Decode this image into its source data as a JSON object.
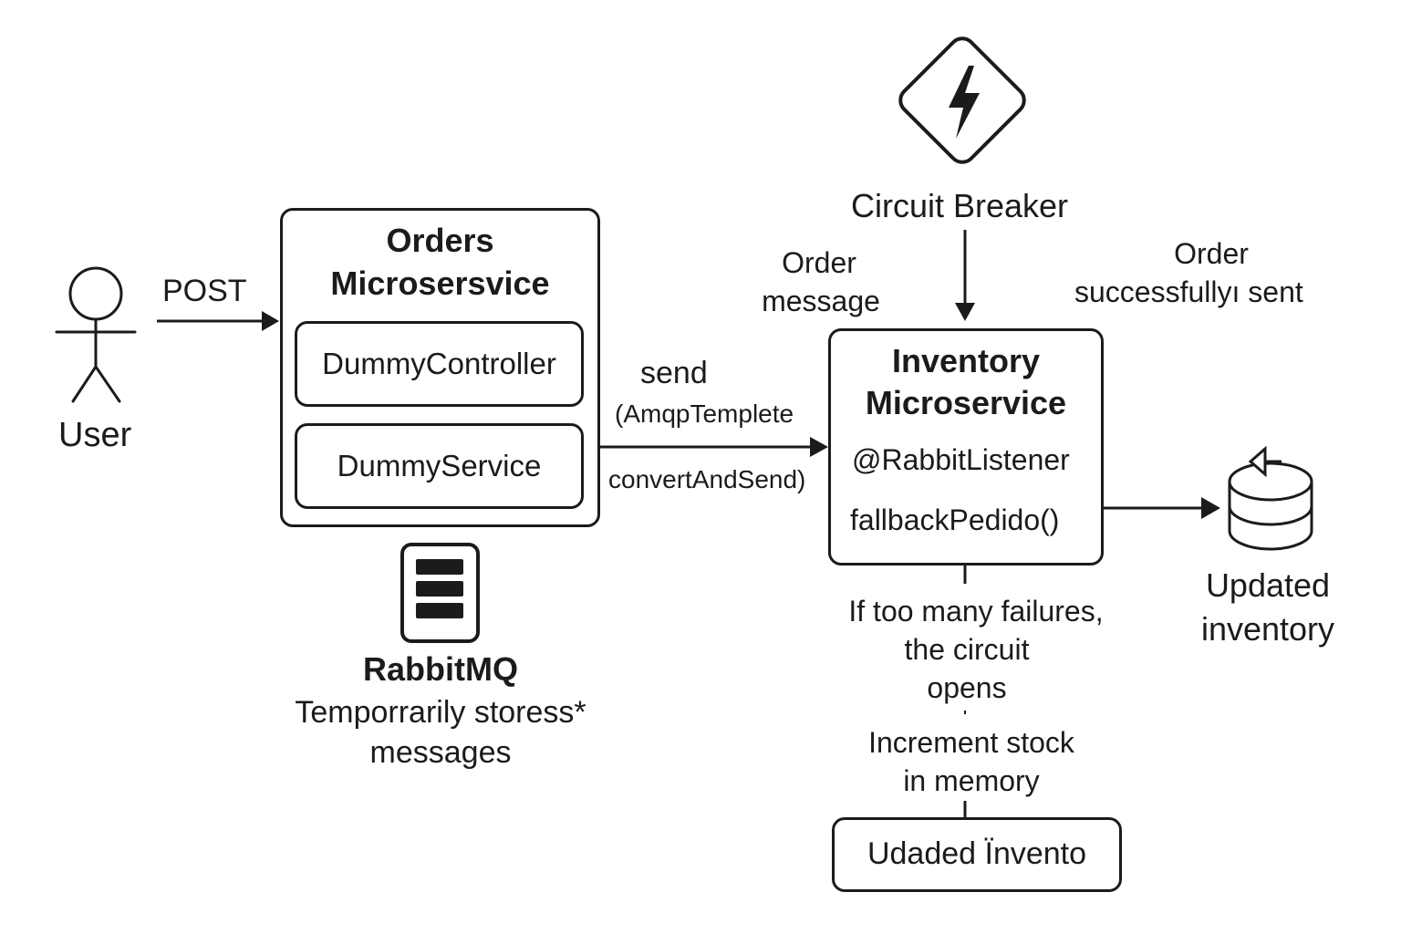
{
  "user": {
    "label": "User"
  },
  "post_label": "POST",
  "orders": {
    "title_line1": "Orders",
    "title_line2": "Microsersvice",
    "controller": "DummyController",
    "service": "DummyService"
  },
  "rabbitmq": {
    "title": "RabbitMQ",
    "desc_line1": "Temporrarily storess*",
    "desc_line2": "messages"
  },
  "send_label": {
    "line1": "send",
    "line2": "(AmqpTemplete",
    "line3": "convertAndSend)"
  },
  "circuit_breaker": {
    "label": "Circuit Breaker"
  },
  "order_message": {
    "line1": "Order",
    "line2": "message"
  },
  "order_sent": {
    "line1": "Order",
    "line2": "successfullyı sent"
  },
  "inventory": {
    "title_line1": "Inventory",
    "title_line2": "Microservice",
    "listener": "@RabbitListener",
    "fallback": "fallbackPedido()"
  },
  "updated_inventory": {
    "line1": "Updated",
    "line2": "inventory"
  },
  "failures_note": {
    "line1": "If too many failures,",
    "line2": "the circuit",
    "line3": "opens"
  },
  "increment_note": {
    "line1": "Increment stock",
    "line2": "in memory"
  },
  "bottom_box": {
    "label": "Udaded Ïnvento"
  },
  "colors": {
    "stroke": "#1b1b1b",
    "background": "#ffffff"
  }
}
